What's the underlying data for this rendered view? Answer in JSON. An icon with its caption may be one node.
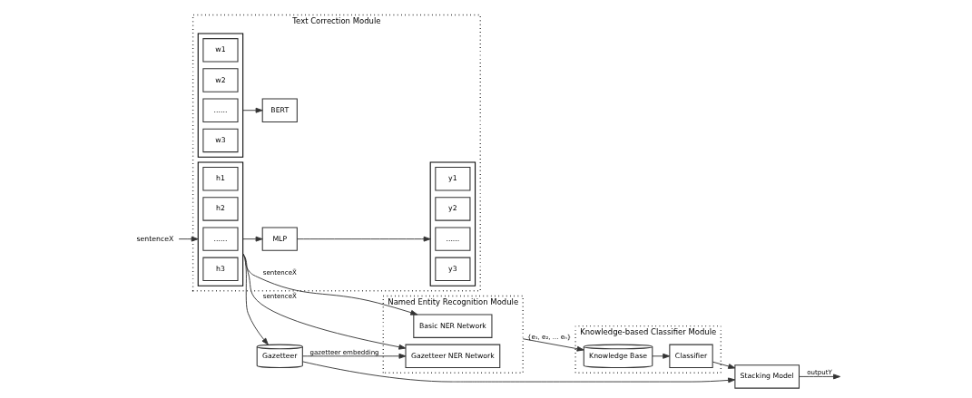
{
  "diagram": {
    "nodes": [
      {
        "text": [
          "Text Correction Module"
        ]
      },
      {
        "text": [],
        "shape": "box",
        "in": 0
      },
      {
        "text": [
          "y1"
        ],
        "in": 1
      },
      {
        "text": [
          "y2"
        ],
        "in": 1
      },
      {
        "text": [
          "......"
        ],
        "in": 1
      },
      {
        "text": [
          "y3"
        ],
        "in": 1
      },
      {
        "text": [
          "MLP"
        ],
        "in": 0
      },
      {
        "text": [],
        "shape": "box",
        "in": 0
      },
      {
        "text": [
          "h1"
        ],
        "in": 7
      },
      {
        "text": [
          "h2"
        ],
        "in": 7
      },
      {
        "text": [
          "......"
        ],
        "in": 7
      },
      {
        "text": [
          "h3"
        ],
        "in": 7
      },
      {
        "text": [
          "BERT"
        ],
        "in": 0
      },
      {
        "text": [],
        "shape": "box",
        "in": 0
      },
      {
        "text": [
          "w1"
        ],
        "in": 13
      },
      {
        "text": [
          "w2"
        ],
        "in": 13
      },
      {
        "text": [
          "......"
        ],
        "in": 13
      },
      {
        "text": [
          "w3"
        ],
        "in": 13
      },
      {
        "text": [
          "sentenceX"
        ]
      },
      {
        "text": [
          "Named Entity Recognition Module"
        ]
      },
      {
        "text": [
          "Basic NER Network"
        ],
        "in": 19
      },
      {
        "text": [
          "Gazetteer NER Network"
        ],
        "in": 19
      },
      {
        "text": [
          "Gazetteer"
        ]
      },
      {
        "text": [
          "Knowledge-based Classifier Module"
        ]
      },
      {
        "text": [
          "Knowledge Base"
        ],
        "in": 23
      },
      {
        "text": [
          "Classifier"
        ],
        "in": 23
      },
      {
        "text": [
          "Stacking Model"
        ]
      }
    ],
    "edges": [
      {
        "from": 13,
        "to": 12,
        "arrow": "to"
      },
      {
        "from": 7,
        "to": 6,
        "arrow": "to"
      },
      {
        "from": 6,
        "to": 1,
        "arrow": "to"
      },
      {
        "from": 18,
        "to": 7,
        "arrow": "to"
      },
      {
        "from": 7,
        "to": 20,
        "arrow": "to",
        "label": "sentenceX̄"
      },
      {
        "from": 7,
        "to": 21,
        "arrow": "to",
        "label": "sentenceX̄"
      },
      {
        "from": 7,
        "to": 22,
        "arrow": "to"
      },
      {
        "from": 22,
        "to": 21,
        "arrow": "to",
        "label": "gazetteer embedding"
      },
      {
        "from": 22,
        "to": 26,
        "arrow": "to"
      },
      {
        "from": 19,
        "to": 24,
        "arrow": "to",
        "label": "{e₁, e₂, ... eₙ}"
      },
      {
        "from": 24,
        "to": 25,
        "arrow": "to"
      },
      {
        "from": 25,
        "to": 26,
        "arrow": "to"
      },
      {
        "from": 26,
        "to": null,
        "arrow": "to",
        "label": "outputY"
      }
    ]
  }
}
